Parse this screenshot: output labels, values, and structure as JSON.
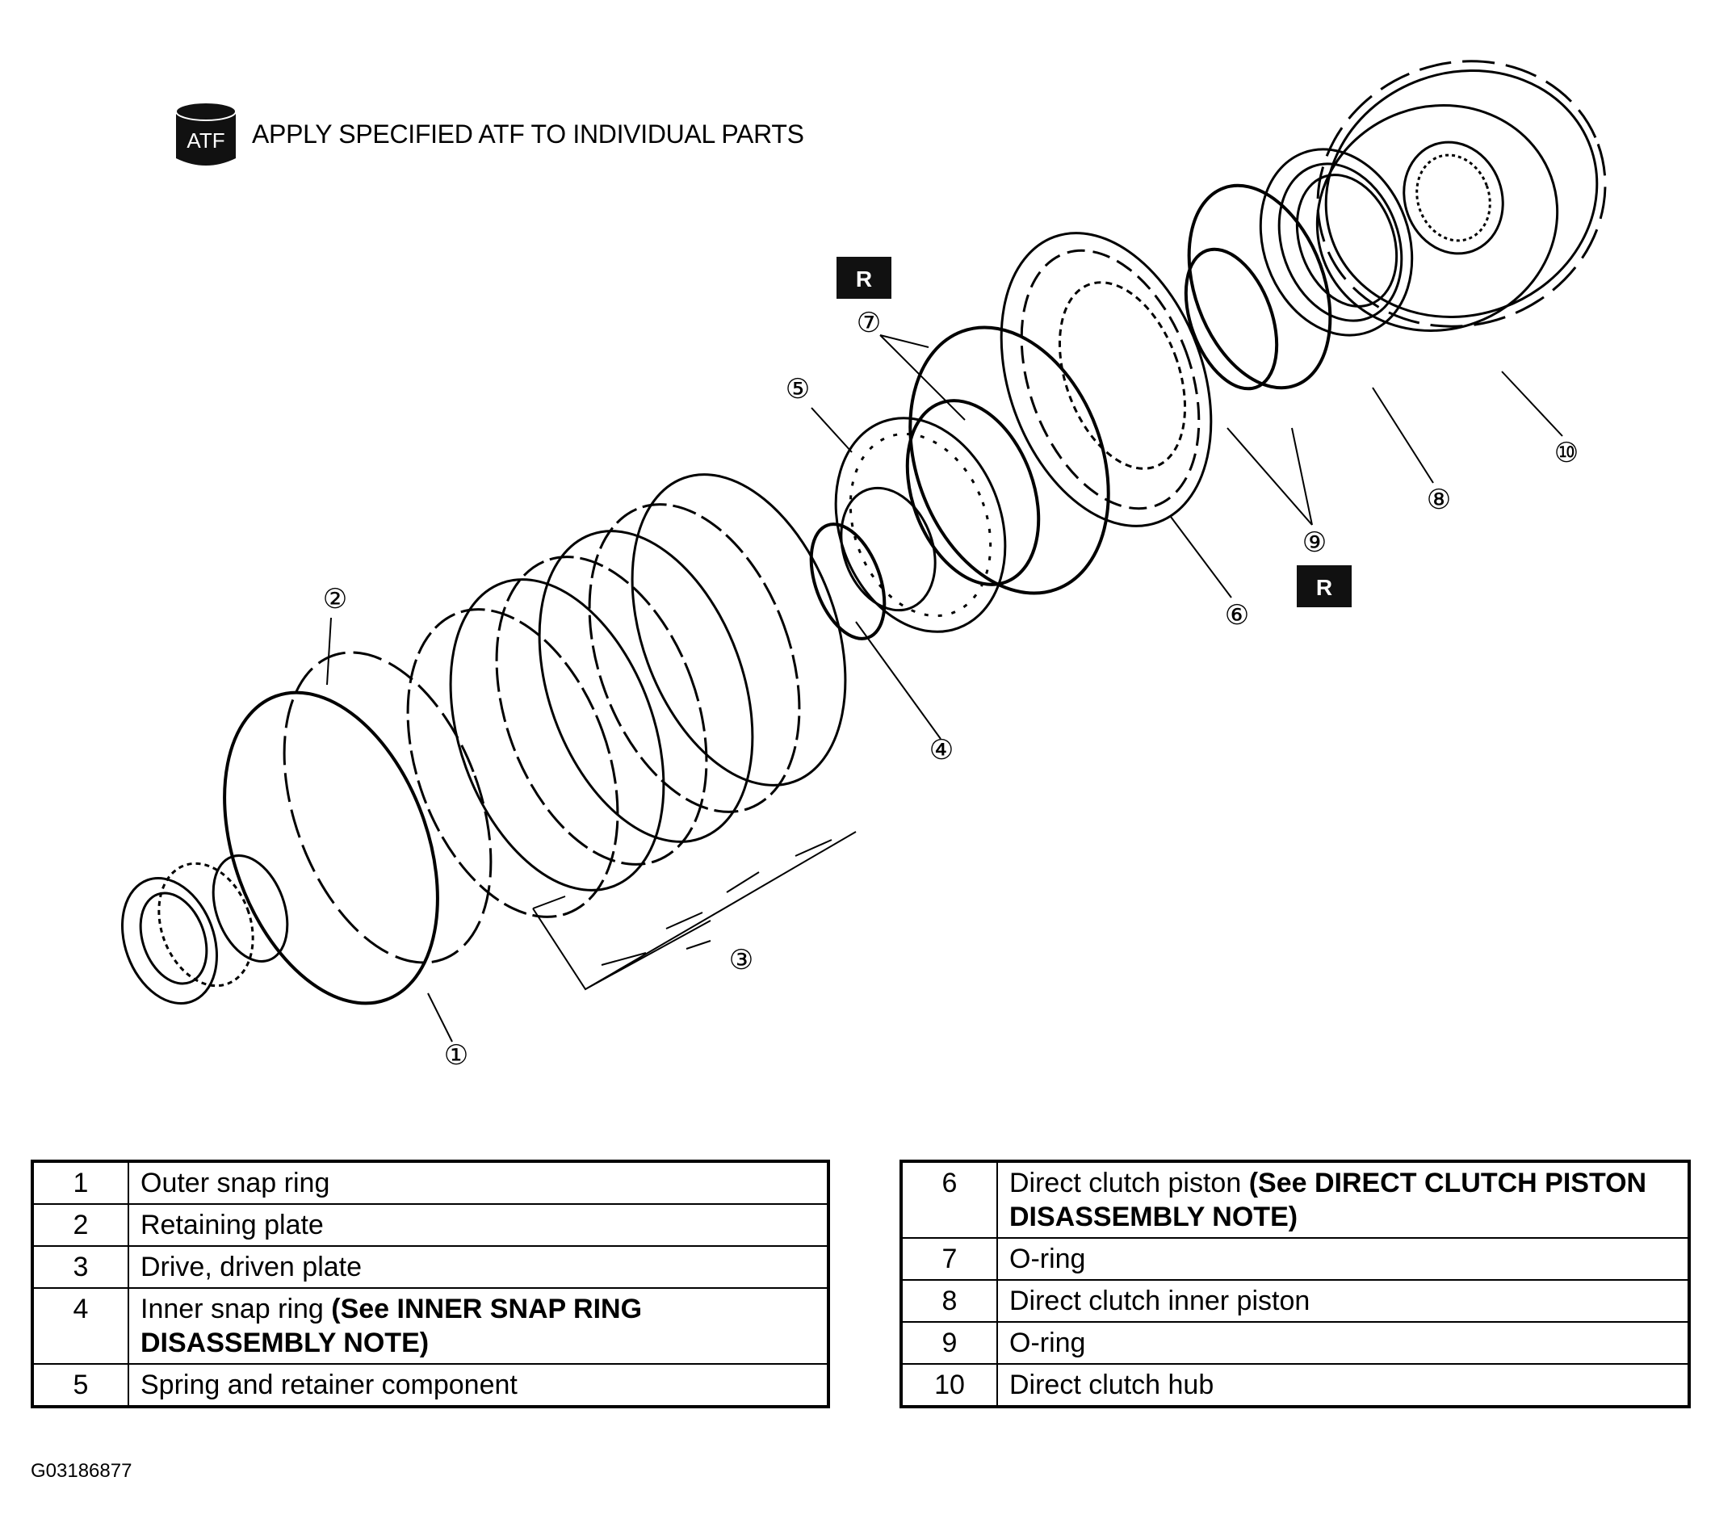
{
  "header": {
    "atf_icon_text": "ATF",
    "atf_note": "APPLY SPECIFIED ATF TO INDIVIDUAL PARTS"
  },
  "diagram": {
    "replace_badge": "R",
    "callouts": [
      "①",
      "②",
      "③",
      "④",
      "⑤",
      "⑥",
      "⑦",
      "⑧",
      "⑨",
      "⑩"
    ]
  },
  "parts_left": [
    {
      "num": "1",
      "name": "Outer snap ring",
      "note": ""
    },
    {
      "num": "2",
      "name": "Retaining plate",
      "note": ""
    },
    {
      "num": "3",
      "name": "Drive, driven plate",
      "note": ""
    },
    {
      "num": "4",
      "name": "Inner snap ring",
      "note": "(See INNER SNAP RING DISASSEMBLY NOTE)"
    },
    {
      "num": "5",
      "name": "Spring and retainer component",
      "note": ""
    }
  ],
  "parts_right": [
    {
      "num": "6",
      "name": "Direct clutch piston",
      "note": "(See DIRECT CLUTCH PISTON DISASSEMBLY NOTE)"
    },
    {
      "num": "7",
      "name": "O-ring",
      "note": ""
    },
    {
      "num": "8",
      "name": "Direct clutch inner piston",
      "note": ""
    },
    {
      "num": "9",
      "name": "O-ring",
      "note": ""
    },
    {
      "num": "10",
      "name": "Direct clutch hub",
      "note": ""
    }
  ],
  "figure_id": "G03186877"
}
